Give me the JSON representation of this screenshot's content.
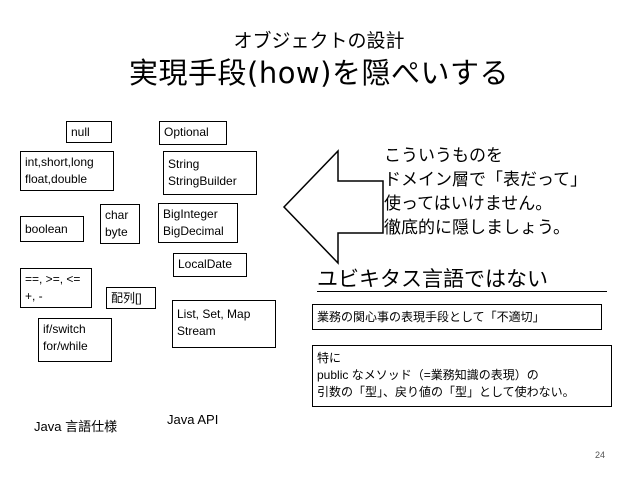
{
  "slide": {
    "subtitle": "オブジェクトの設計",
    "title": "実現手段(how)を隠ぺいする",
    "page_number": "24"
  },
  "left_group": {
    "caption": "Java 言語仕様",
    "boxes": {
      "null": "null",
      "numeric": "int,short,long\nfloat,double",
      "char": "char\nbyte",
      "boolean": "boolean",
      "operators": "==, >=, <=\n+, -",
      "array": "配列[]",
      "control": "if/switch\nfor/while"
    }
  },
  "right_group": {
    "caption": "Java API",
    "boxes": {
      "optional": "Optional",
      "string": "String\nStringBuilder",
      "bignum": "BigInteger\nBigDecimal",
      "localdate": "LocalDate",
      "collections": "List, Set, Map\nStream"
    }
  },
  "callout": {
    "text": "こういうものを\nドメイン層で「表だって」\n使ってはいけません。\n徹底的に隠しましょう。",
    "headline": "ユビキタス言語ではない",
    "box1": "業務の関心事の表現手段として「不適切」",
    "box2": "特に\npublic なメソッド（=業務知識の表現）の\n引数の「型」、戻り値の「型」として使わない。"
  }
}
